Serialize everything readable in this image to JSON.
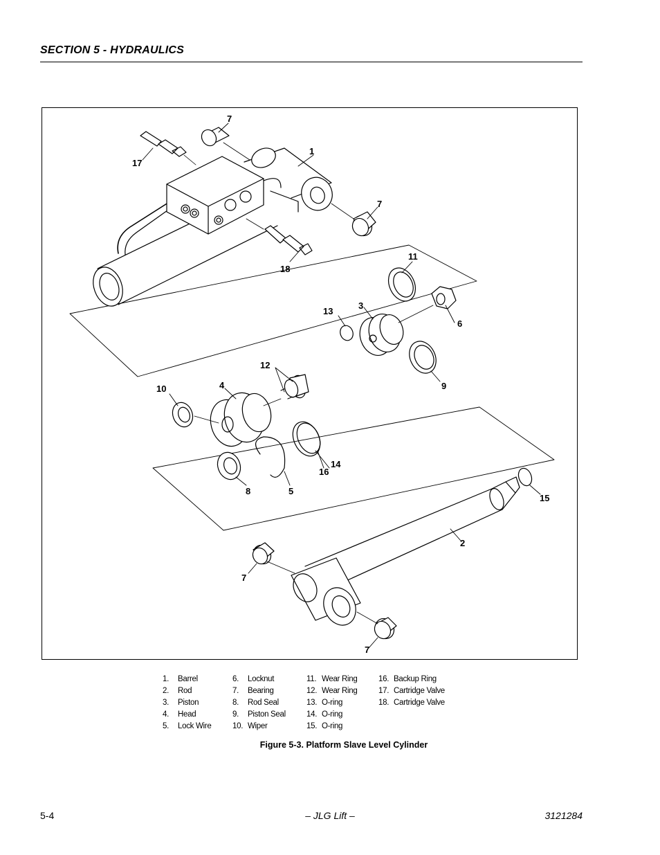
{
  "header": {
    "section_title": "SECTION 5 - HYDRAULICS"
  },
  "figure": {
    "callouts": {
      "c1": "1",
      "c2": "2",
      "c3": "3",
      "c4": "4",
      "c5": "5",
      "c6": "6",
      "c7": "7",
      "c8": "8",
      "c9": "9",
      "c10": "10",
      "c11": "11",
      "c12": "12",
      "c13": "13",
      "c14": "14",
      "c15": "15",
      "c16": "16",
      "c17": "17",
      "c18": "18"
    },
    "caption": "Figure 5-3.  Platform Slave Level Cylinder"
  },
  "legend": [
    [
      {
        "n": "1.",
        "t": "Barrel"
      },
      {
        "n": "2.",
        "t": "Rod"
      },
      {
        "n": "3.",
        "t": "Piston"
      },
      {
        "n": "4.",
        "t": "Head"
      },
      {
        "n": "5.",
        "t": "Lock Wire"
      }
    ],
    [
      {
        "n": "6.",
        "t": "Locknut"
      },
      {
        "n": "7.",
        "t": "Bearing"
      },
      {
        "n": "8.",
        "t": "Rod Seal"
      },
      {
        "n": "9.",
        "t": "Piston Seal"
      },
      {
        "n": "10.",
        "t": "Wiper"
      }
    ],
    [
      {
        "n": "11.",
        "t": "Wear Ring"
      },
      {
        "n": "12.",
        "t": "Wear Ring"
      },
      {
        "n": "13.",
        "t": "O-ring"
      },
      {
        "n": "14.",
        "t": "O-ring"
      },
      {
        "n": "15.",
        "t": "O-ring"
      }
    ],
    [
      {
        "n": "16.",
        "t": "Backup Ring"
      },
      {
        "n": "17.",
        "t": "Cartridge Valve"
      },
      {
        "n": "18.",
        "t": "Cartridge Valve"
      }
    ]
  ],
  "footer": {
    "page_number": "5-4",
    "center": "– JLG Lift –",
    "doc_number": "3121284"
  }
}
